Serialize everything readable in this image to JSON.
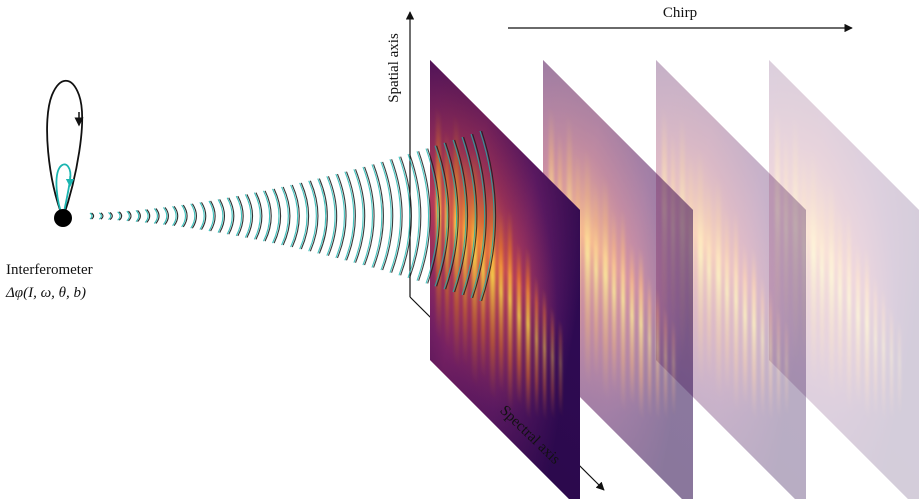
{
  "source": {
    "label": "Interferometer",
    "formula": "Δφ(I, ω, θ, b)"
  },
  "axes": {
    "chirp": "Chirp",
    "spatial": "Spatial axis",
    "spectral": "Spectral axis"
  },
  "frames": [
    {
      "id": "frame-1",
      "opacity": 1.0
    },
    {
      "id": "frame-2",
      "opacity": 0.55
    },
    {
      "id": "frame-3",
      "opacity": 0.35
    },
    {
      "id": "frame-4",
      "opacity": 0.2
    }
  ],
  "colors": {
    "background_dark": "#3d0a5c",
    "background_mid": "#7a1f6e",
    "fringe_bright": "#ffd24a",
    "fringe_mid": "#f07a2a",
    "trajectory_outer": "#000000",
    "trajectory_inner": "#1ab5b0",
    "wave_dark": "#1b1b1b",
    "wave_teal": "#1ab5b0"
  }
}
